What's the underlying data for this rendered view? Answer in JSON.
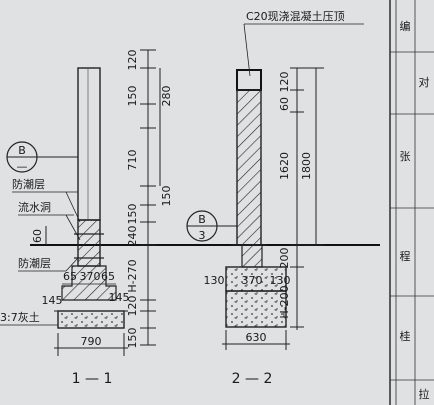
{
  "note_top": "C20现浇混凝土压顶",
  "labels": {
    "moisture_1": "防潮层",
    "drain_hole": "流水洞",
    "moisture_2": "防潮层",
    "lime_soil": "3:7灰土",
    "callout_b_top": "B",
    "callout_b_bottom": "—",
    "callout_b2_top": "B",
    "callout_b2_bottom": "3"
  },
  "section_1": {
    "title": "1 — 1",
    "dims_right": [
      "120",
      "150",
      "280",
      "710",
      "150",
      "150",
      "240",
      "H-270",
      "120",
      "150"
    ],
    "dim_60": "60",
    "dims_footing": [
      "65",
      "370",
      "65"
    ],
    "dims_step": [
      "145",
      "145"
    ],
    "width_bottom": "790"
  },
  "section_2": {
    "title": "2 — 2",
    "dims_right_inner": [
      "120",
      "60",
      "1620",
      "1800"
    ],
    "dim_200": "200",
    "dim_h200": "H-200",
    "dims_top_footing": [
      "130",
      "370",
      "130"
    ],
    "width_bottom": "630"
  },
  "side_table": {
    "chars": [
      "编",
      "对",
      "张",
      "程",
      "桂",
      "拉"
    ]
  }
}
